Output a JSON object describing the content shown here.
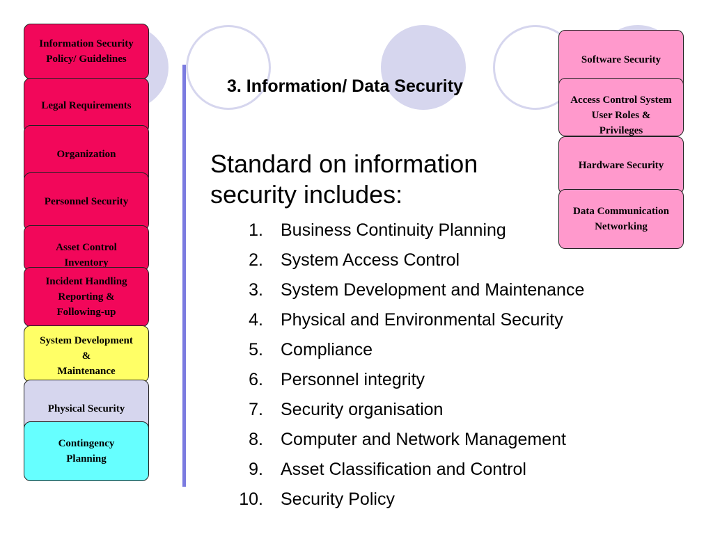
{
  "slide": {
    "title": "3.  Information/ Data Security",
    "heading": "Standard on information security includes:",
    "items": [
      {
        "num": "1.",
        "text": "Business Continuity Planning"
      },
      {
        "num": "2.",
        "text": "System Access Control"
      },
      {
        "num": "3.",
        "text": "System Development and Maintenance"
      },
      {
        "num": "4.",
        "text": "Physical and Environmental Security"
      },
      {
        "num": "5.",
        "text": "Compliance"
      },
      {
        "num": "6.",
        "text": "Personnel integrity"
      },
      {
        "num": "7.",
        "text": "Security organisation"
      },
      {
        "num": "8.",
        "text": "Computer and Network Management"
      },
      {
        "num": "9.",
        "text": "Asset Classification and Control"
      },
      {
        "num": "10.",
        "text": "Security Policy"
      }
    ]
  },
  "left_boxes": [
    {
      "label": "Information Security\nPolicy/ Guidelines",
      "color": "#f2075a"
    },
    {
      "label": "Legal Requirements",
      "color": "#f2075a"
    },
    {
      "label": "Organization",
      "color": "#f2075a"
    },
    {
      "label": "Personnel Security",
      "color": "#f2075a"
    },
    {
      "label": "Asset Control\nInventory",
      "color": "#f2075a"
    },
    {
      "label": "Incident Handling\nReporting &\nFollowing-up",
      "color": "#f2075a"
    },
    {
      "label": "System Development\n&\nMaintenance",
      "color": "#ffff66"
    },
    {
      "label": "Physical Security",
      "color": "#d6d6ee"
    },
    {
      "label": "Contingency\nPlanning",
      "color": "#66ffff"
    }
  ],
  "right_boxes": [
    {
      "label": "Software Security",
      "color": "#ff99cc"
    },
    {
      "label": "Access Control System\nUser Roles &\nPrivileges",
      "color": "#ff99cc"
    },
    {
      "label": "Hardware Security",
      "color": "#ff99cc"
    },
    {
      "label": "Data Communication\nNetworking",
      "color": "#ff99cc"
    }
  ],
  "theme": {
    "accent_bar": "#7b7be0",
    "circle": "#d6d6ee"
  }
}
